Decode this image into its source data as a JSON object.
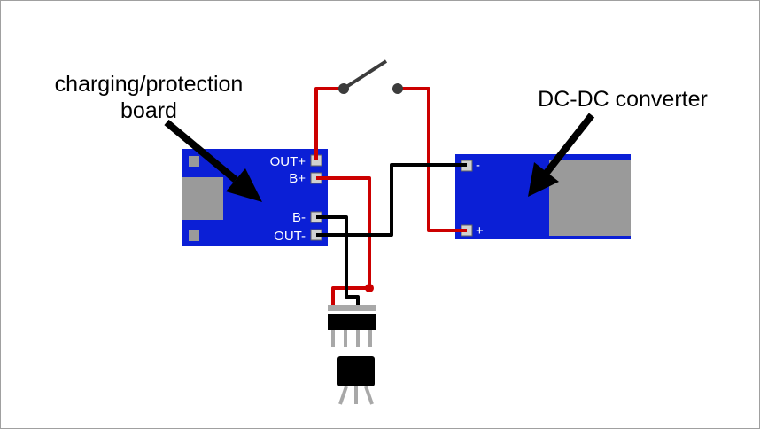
{
  "labels": {
    "charging_line1": "charging/protection",
    "charging_line2": "board",
    "dcdc": "DC-DC converter",
    "out_plus": "OUT+",
    "b_plus": "B+",
    "b_minus": "B-",
    "out_minus": "OUT-",
    "conv_minus": "-",
    "conv_plus": "+"
  },
  "colors": {
    "board_blue": "#0b1fd6",
    "pad_gray": "#9a9a9a",
    "wire_red": "#cc0000",
    "wire_black": "#000000",
    "frame_gray": "#a0a0a0"
  }
}
